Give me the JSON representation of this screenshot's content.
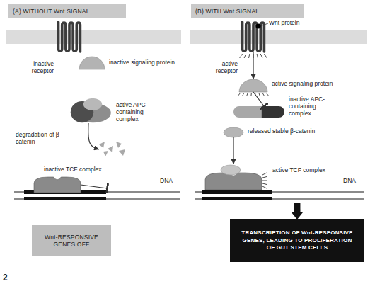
{
  "diagram": {
    "nodes": [
      {
        "text": [
          "(A) WITHOUT Wnt SIGNAL"
        ]
      },
      {
        "text": [
          "(B) WITH Wnt SIGNAL"
        ]
      },
      {
        "text": [
          "inactive receptor"
        ]
      },
      {
        "text": [
          "inactive signaling protein"
        ]
      },
      {
        "text": [
          "active APC-containing complex"
        ]
      },
      {
        "text": [
          "degradation of β-catenin"
        ]
      },
      {
        "text": [
          "inactive TCF complex"
        ]
      },
      {
        "text": [
          "DNA"
        ]
      },
      {
        "text": [
          "Wnt-RESPONSIVE GENES OFF"
        ]
      },
      {
        "text": [
          "active receptor"
        ]
      },
      {
        "text": [
          "active signaling protein"
        ]
      },
      {
        "text": [
          "inactive APC-containing complex"
        ]
      },
      {
        "text": [
          "released stable β-catenin"
        ]
      },
      {
        "text": [
          "active TCF complex"
        ]
      },
      {
        "text": [
          "DNA"
        ]
      },
      {
        "text": [
          "TRANSCRIPTION OF Wnt-RESPONSIVE GENES, LEADING TO PROLIFERATION OF GUT STEM CELLS"
        ]
      }
    ],
    "edges": [
      {
        "from": 4,
        "to": 5,
        "arrow": "to"
      },
      {
        "from": 6,
        "to": 7,
        "arrow": "to"
      },
      {
        "from": 9,
        "to": 10,
        "arrow": "to"
      },
      {
        "from": 10,
        "to": 11,
        "arrow": "to"
      },
      {
        "from": 12,
        "to": 13,
        "arrow": "to"
      },
      {
        "from": 14,
        "to": 15,
        "arrow": "to"
      }
    ],
    "labels": [
      "Wnt protein",
      "2"
    ]
  }
}
